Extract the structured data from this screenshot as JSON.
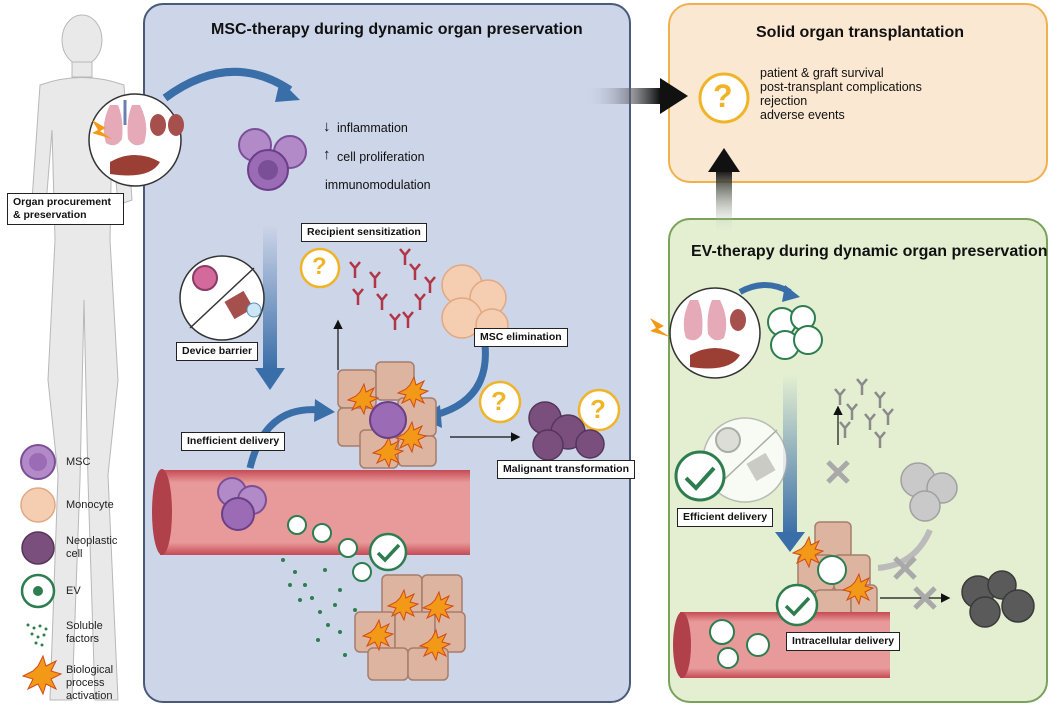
{
  "panels": {
    "msc_title": "MSC-therapy during dynamic organ preservation",
    "sot_title": "Solid organ transplantation",
    "ev_title": "EV-therapy during dynamic organ preservation"
  },
  "outcomes": [
    "patient & graft survival",
    "post-transplant complications",
    "rejection",
    "adverse events"
  ],
  "effects": {
    "inflammation": "inflammation",
    "proliferation": "cell proliferation",
    "immunomodulation": "immunomodulation"
  },
  "labels": {
    "organ_procurement_line1": "Organ procurement",
    "organ_procurement_line2": "& preservation",
    "recipient_sensitization": "Recipient sensitization",
    "device_barrier": "Device barrier",
    "msc_elimination": "MSC elimination",
    "inefficient_delivery": "Inefficient delivery",
    "malignant_transformation": "Malignant transformation",
    "efficient_delivery": "Efficient delivery",
    "intracellular_delivery": "Intracellular delivery"
  },
  "symbols": {
    "question": "?",
    "down_arrow": "↓",
    "up_arrow": "↑"
  },
  "legend": [
    {
      "icon": "msc-icon",
      "label": "MSC"
    },
    {
      "icon": "monocyte-icon",
      "label": "Monocyte"
    },
    {
      "icon": "neoplastic-cell-icon",
      "label": "Neoplastic cell"
    },
    {
      "icon": "ev-icon",
      "label": "EV"
    },
    {
      "icon": "soluble-factors-icon",
      "label": "Soluble factors"
    },
    {
      "icon": "biological-process-activation-icon",
      "label": "Biological process activation"
    }
  ],
  "colors": {
    "msc_panel": "#cdd5e8",
    "sot_panel": "#fbe8d2",
    "ev_panel": "#e4efd2",
    "msc_cell": "#9b6bb5",
    "monocyte": "#f5cdb0",
    "neoplastic": "#7a4f7e",
    "ev_green": "#2e7d4f",
    "vessel": "#e89a9a",
    "question_ring": "#f0b429",
    "arrow_blue": "#3a6ea8"
  }
}
